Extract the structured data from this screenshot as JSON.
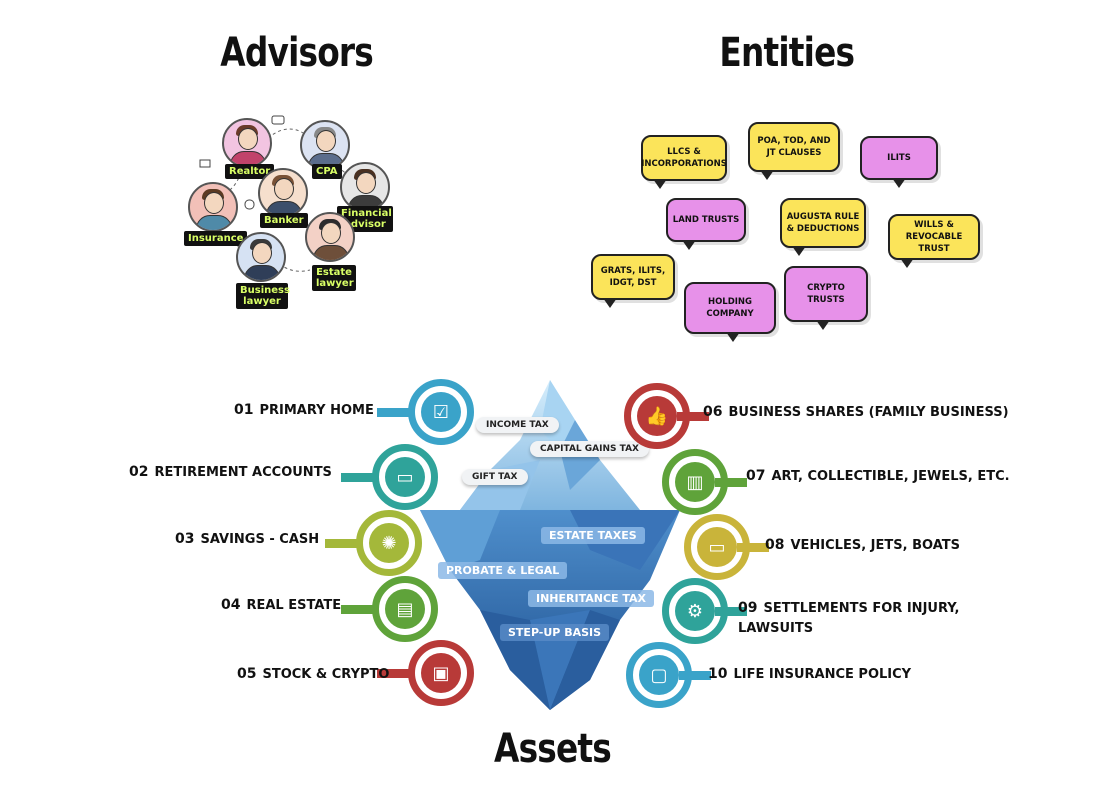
{
  "titles": {
    "advisors": "Advisors",
    "entities": "Entities",
    "assets": "Assets"
  },
  "advisors": [
    {
      "label": "Realtor",
      "hair": "#6b3b2a"
    },
    {
      "label": "CPA",
      "hair": "#888"
    },
    {
      "label": "Banker",
      "hair": "#7a5236"
    },
    {
      "label": "Financial advisor",
      "hair": "#4a3020"
    },
    {
      "label": "Insurance",
      "hair": "#5b3a22"
    },
    {
      "label": "Estate lawyer",
      "hair": "#2c2c2c"
    },
    {
      "label": "Business lawyer",
      "hair": "#3a3a3a"
    }
  ],
  "entities": [
    {
      "label": "LLCS & INCORPORATIONS",
      "color": "yellow"
    },
    {
      "label": "POA, TOD, AND JT CLAUSES",
      "color": "yellow"
    },
    {
      "label": "ILITS",
      "color": "pink"
    },
    {
      "label": "LAND TRUSTS",
      "color": "pink"
    },
    {
      "label": "AUGUSTA RULE & DEDUCTIONS",
      "color": "yellow"
    },
    {
      "label": "WILLS & REVOCABLE TRUST",
      "color": "yellow"
    },
    {
      "label": "GRATS, ILITS, IDGT, DST",
      "color": "yellow"
    },
    {
      "label": "HOLDING COMPANY",
      "color": "pink"
    },
    {
      "label": "CRYPTO TRUSTS",
      "color": "pink"
    }
  ],
  "assets_left": [
    {
      "num": "01",
      "label": "PRIMARY HOME",
      "color": "#3aa3c9",
      "icon": "checklist-icon"
    },
    {
      "num": "02",
      "label": "RETIREMENT ACCOUNTS",
      "color": "#2fa39a",
      "icon": "money-icon"
    },
    {
      "num": "03",
      "label": "SAVINGS - CASH",
      "color": "#a4b83a",
      "icon": "lightbulb-icon"
    },
    {
      "num": "04",
      "label": "REAL ESTATE",
      "color": "#5fa33a",
      "icon": "document-search-icon"
    },
    {
      "num": "05",
      "label": "STOCK & CRYPTO",
      "color": "#b83a38",
      "icon": "presentation-icon"
    }
  ],
  "assets_right": [
    {
      "num": "06",
      "label": "BUSINESS SHARES (FAMILY BUSINESS)",
      "color": "#b83a38",
      "icon": "thumbs-up-icon"
    },
    {
      "num": "07",
      "label": "ART, COLLECTIBLE, JEWELS, ETC.",
      "color": "#5fa33a",
      "icon": "document-icon"
    },
    {
      "num": "08",
      "label": "VEHICLES, JETS, BOATS",
      "color": "#c9b43a",
      "icon": "ticket-icon"
    },
    {
      "num": "09",
      "label": "SETTLEMENTS FOR INJURY,\nLAWSUITS",
      "color": "#2fa39a",
      "icon": "network-icon"
    },
    {
      "num": "10",
      "label": "LIFE INSURANCE POLICY",
      "color": "#3aa3c9",
      "icon": "monitor-icon"
    }
  ],
  "iceberg_above": [
    "INCOME TAX",
    "CAPITAL GAINS TAX",
    "GIFT TAX"
  ],
  "iceberg_below": [
    "ESTATE TAXES",
    "PROBATE & LEGAL",
    "INHERITANCE TAX",
    "STEP-UP BASIS"
  ]
}
